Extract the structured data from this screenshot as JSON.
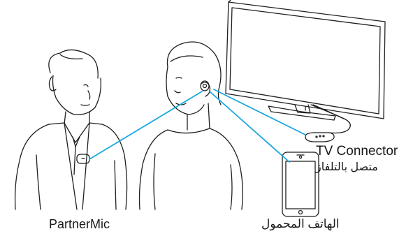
{
  "labels": {
    "tv_connector": "TV Connector",
    "tv_connector_ar": "متصل بالتلفاز",
    "phone": "الهاتف المحمول",
    "partnermic": "PartnerMic"
  },
  "colors": {
    "signal": "#17a8e0",
    "line_art": "#1f1f1f"
  },
  "icons": {
    "man": "man-wearing-partnermic",
    "woman": "woman-wearing-hearing-aid",
    "tv": "television",
    "connector": "tv-connector-device",
    "phone": "smartphone"
  }
}
